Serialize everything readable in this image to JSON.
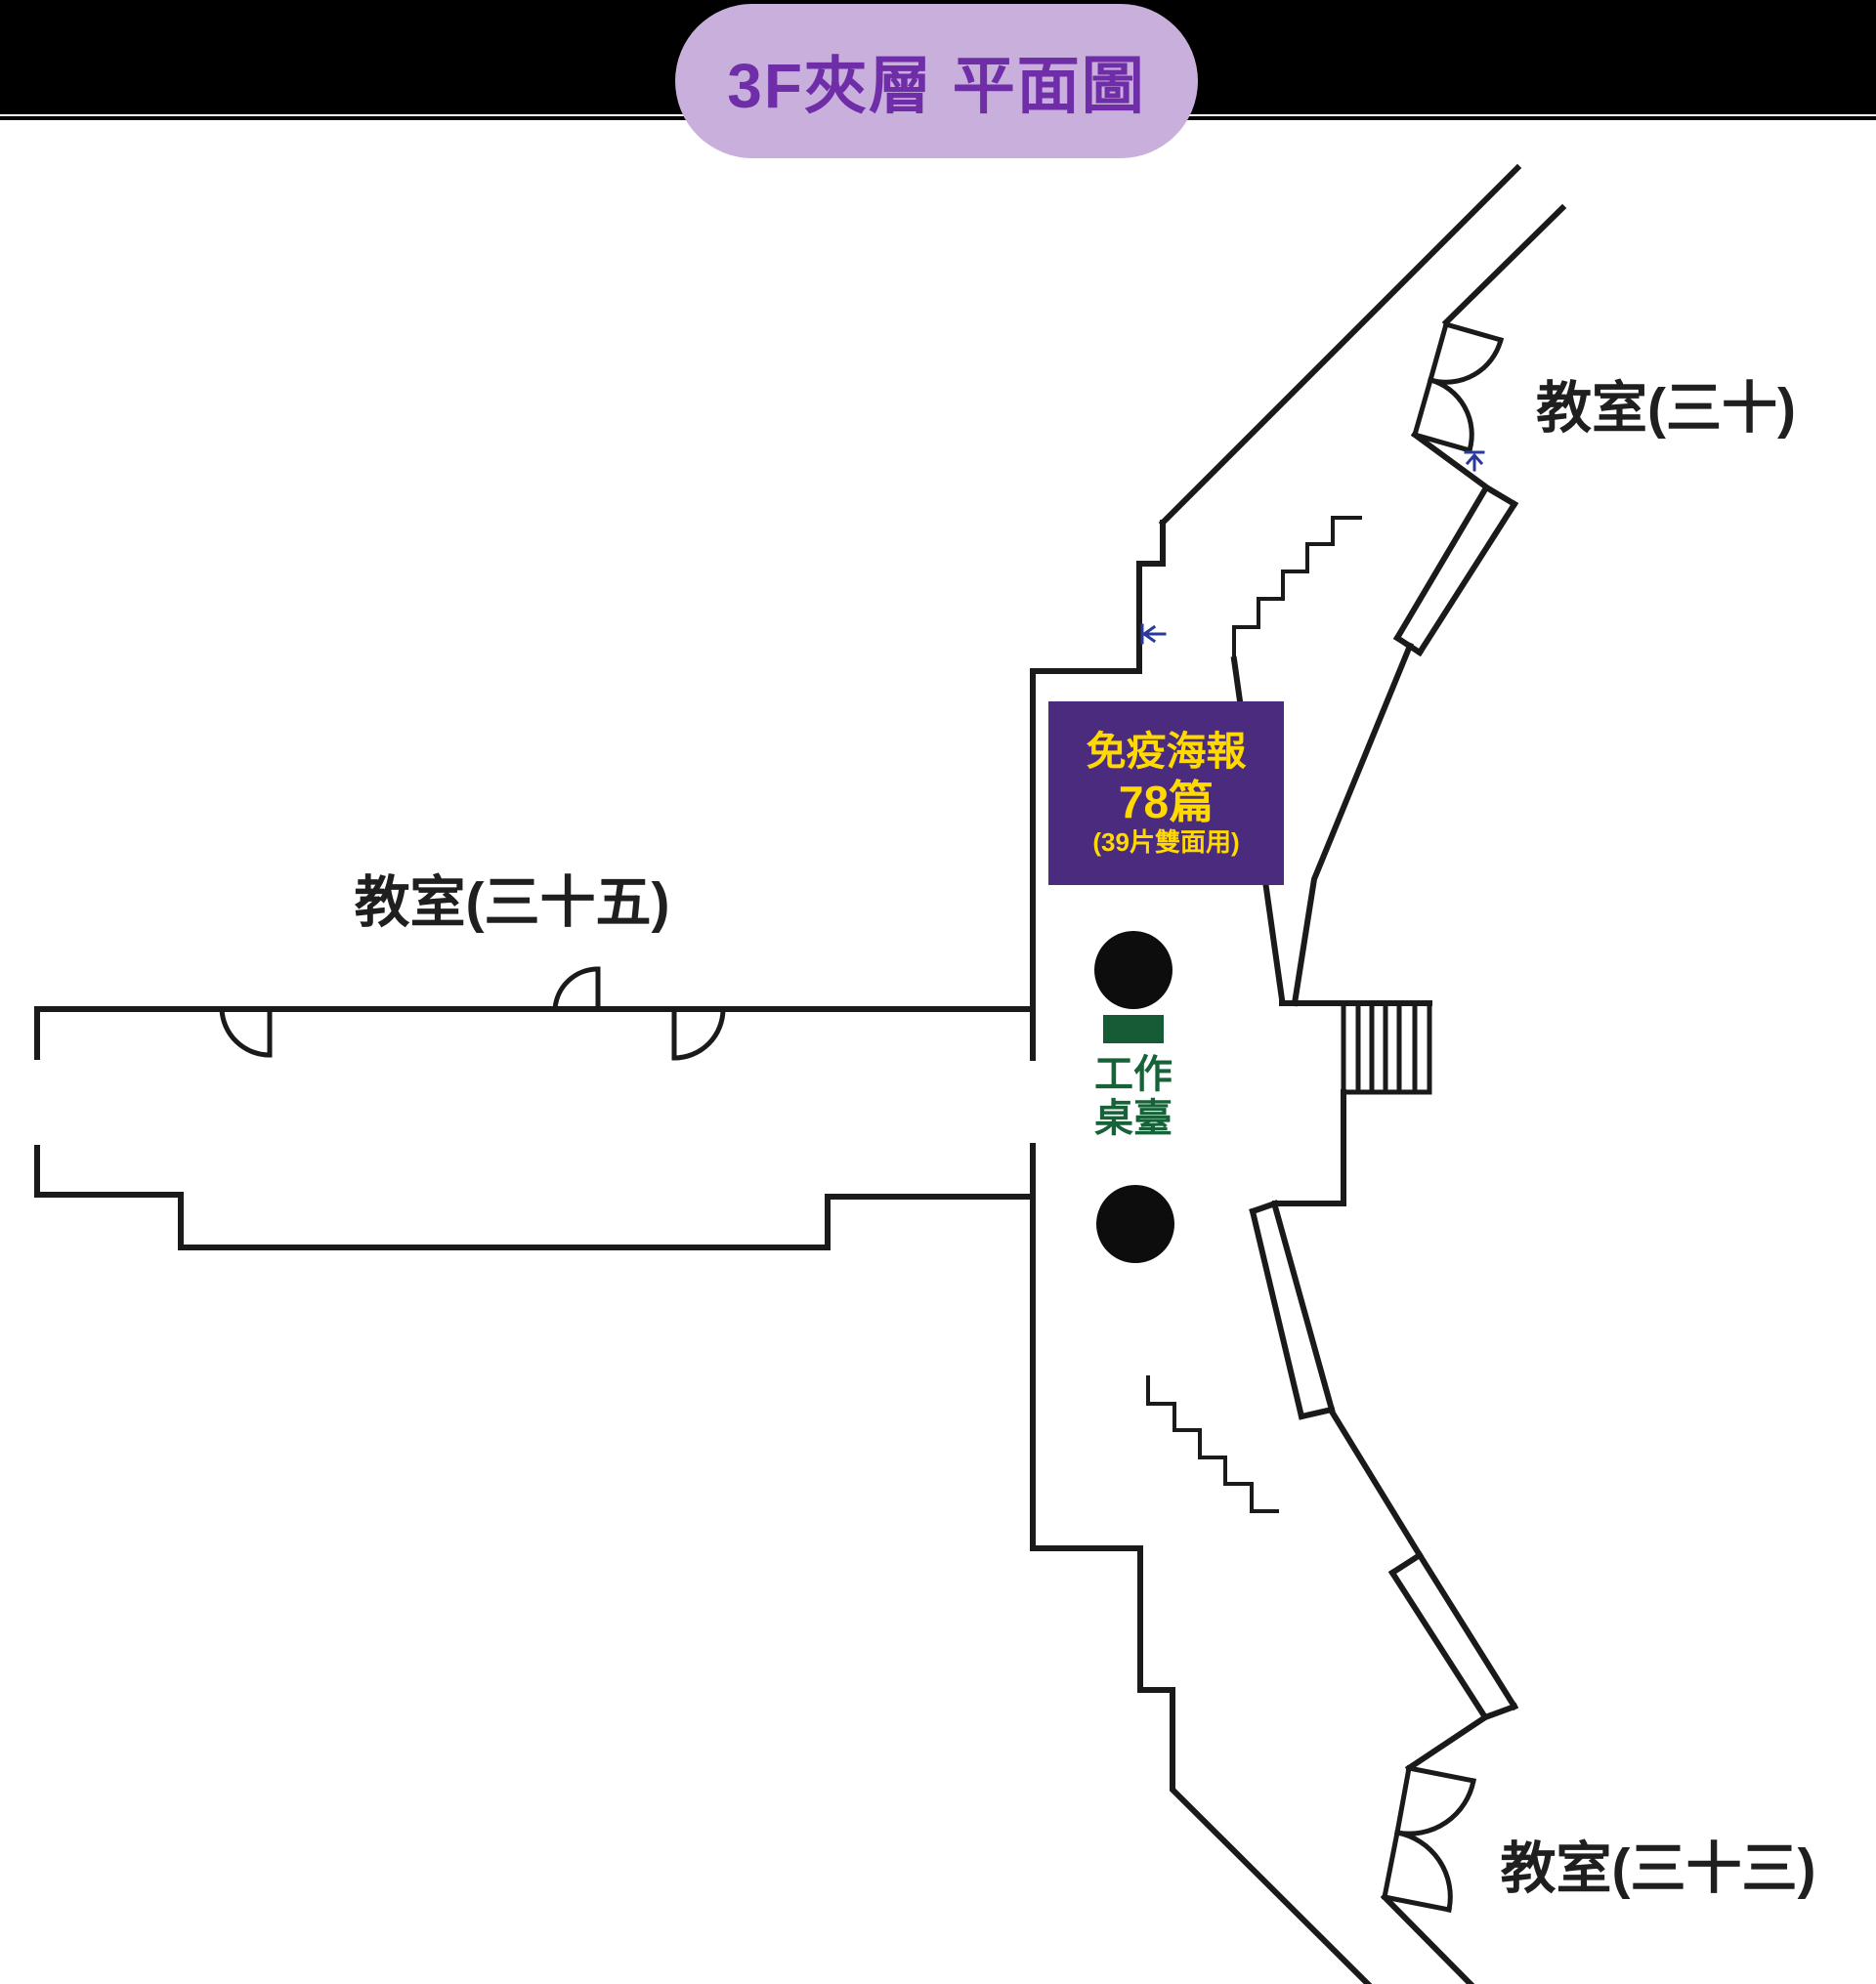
{
  "page": {
    "title": "3F夾層 平面圖"
  },
  "rooms": [
    {
      "id": "room-30",
      "label": "教室(三十)"
    },
    {
      "id": "room-35",
      "label": "教室(三十五)"
    },
    {
      "id": "room-33",
      "label": "教室(三十三)"
    }
  ],
  "poster_box": {
    "line1": "免疫海報",
    "line2": "78篇",
    "line3": "(39片雙面用)"
  },
  "work_desk": {
    "line1": "工作",
    "line2": "桌臺"
  },
  "icons": {
    "left_arrow": "←",
    "up_arrow": "↑",
    "door_swing": "quarter-circle-arc",
    "stairs": "zigzag-steps",
    "ladder": "hatched-rectangle",
    "pillar": "filled-circle"
  },
  "colors": {
    "top_band": "#000000",
    "wall": "#1a1a1a",
    "pill_bg": "#c9b0dc",
    "pill_text": "#6f2da8",
    "poster_bg": "#4a2b7e",
    "poster_text": "#ffd900",
    "desk_green": "#155c36",
    "desk_text_green": "#176239",
    "arrow_blue": "#2b3a9a"
  }
}
